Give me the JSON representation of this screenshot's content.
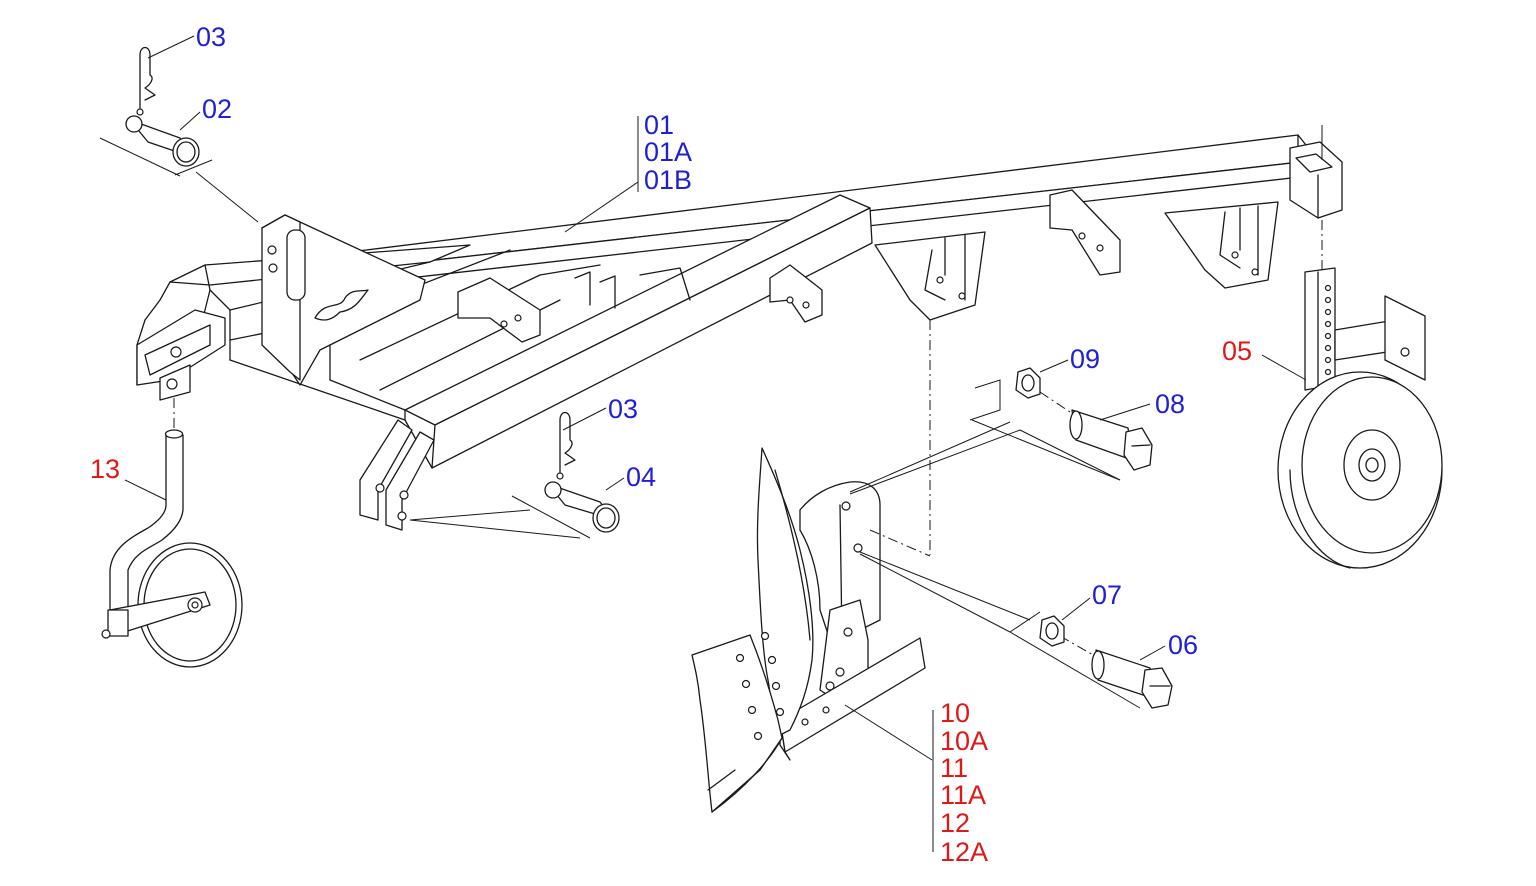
{
  "colors": {
    "blue": "#1f1fd6",
    "red": "#e01818",
    "line": "#1a1a1a"
  },
  "callouts": [
    {
      "text": "03",
      "color": "blue"
    },
    {
      "text": "02",
      "color": "blue"
    },
    {
      "text": "01",
      "color": "blue"
    },
    {
      "text": "01A",
      "color": "blue"
    },
    {
      "text": "01B",
      "color": "blue"
    },
    {
      "text": "03",
      "color": "blue"
    },
    {
      "text": "04",
      "color": "blue"
    },
    {
      "text": "09",
      "color": "blue"
    },
    {
      "text": "08",
      "color": "blue"
    },
    {
      "text": "07",
      "color": "blue"
    },
    {
      "text": "06",
      "color": "blue"
    },
    {
      "text": "05",
      "color": "red"
    },
    {
      "text": "13",
      "color": "red"
    },
    {
      "text": "10",
      "color": "red"
    },
    {
      "text": "10A",
      "color": "red"
    },
    {
      "text": "11",
      "color": "red"
    },
    {
      "text": "11A",
      "color": "red"
    },
    {
      "text": "12",
      "color": "red"
    },
    {
      "text": "12A",
      "color": "red"
    }
  ]
}
